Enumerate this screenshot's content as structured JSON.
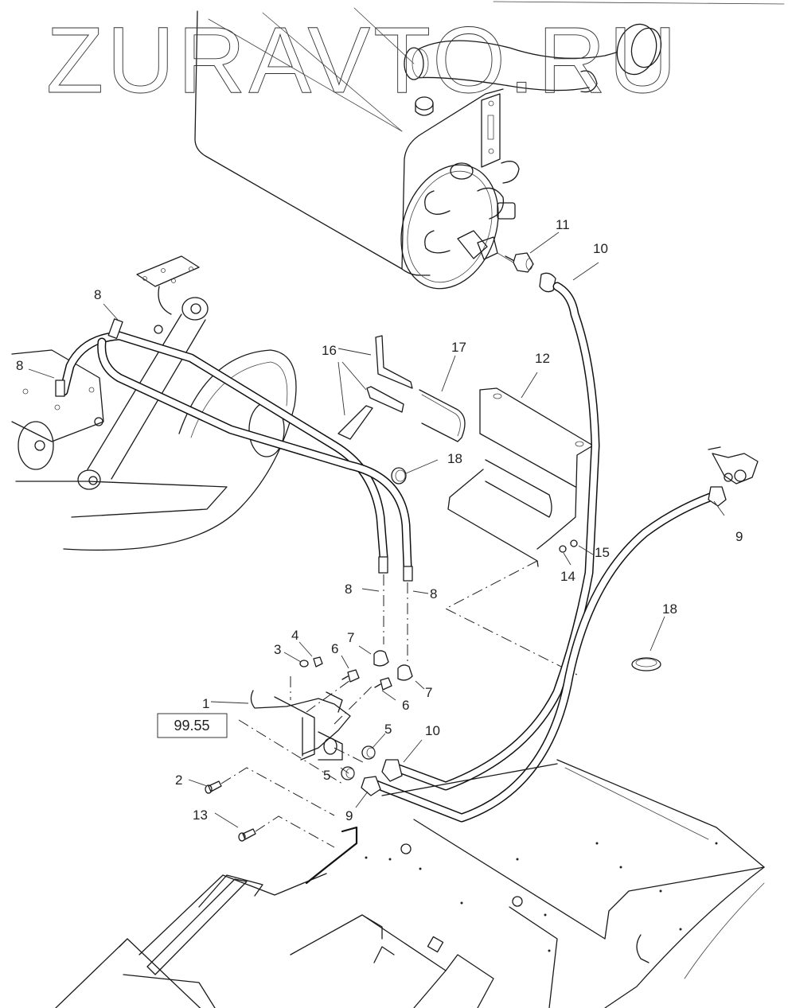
{
  "watermark": {
    "text": "ZURAVTO.RU"
  },
  "reference_box": {
    "label": "99.55"
  },
  "callouts": [
    {
      "id": "1",
      "label": "1"
    },
    {
      "id": "2",
      "label": "2"
    },
    {
      "id": "3",
      "label": "3"
    },
    {
      "id": "4",
      "label": "4"
    },
    {
      "id": "5a",
      "label": "5"
    },
    {
      "id": "5b",
      "label": "5"
    },
    {
      "id": "6a",
      "label": "6"
    },
    {
      "id": "6b",
      "label": "6"
    },
    {
      "id": "7a",
      "label": "7"
    },
    {
      "id": "7b",
      "label": "7"
    },
    {
      "id": "8a",
      "label": "8"
    },
    {
      "id": "8b",
      "label": "8"
    },
    {
      "id": "8c",
      "label": "8"
    },
    {
      "id": "8d",
      "label": "8"
    },
    {
      "id": "9a",
      "label": "9"
    },
    {
      "id": "9b",
      "label": "9"
    },
    {
      "id": "10a",
      "label": "10"
    },
    {
      "id": "10b",
      "label": "10"
    },
    {
      "id": "11",
      "label": "11"
    },
    {
      "id": "12",
      "label": "12"
    },
    {
      "id": "13",
      "label": "13"
    },
    {
      "id": "14",
      "label": "14"
    },
    {
      "id": "15",
      "label": "15"
    },
    {
      "id": "16",
      "label": "16"
    },
    {
      "id": "17",
      "label": "17"
    },
    {
      "id": "18a",
      "label": "18"
    },
    {
      "id": "18b",
      "label": "18"
    }
  ],
  "parts": {
    "tank": "hydraulic-tank",
    "pump": "pump-valve-block",
    "hoses": [
      "hose-8",
      "hose-9",
      "hose-10"
    ],
    "bracket": "bracket-12",
    "valve": "control-valve-1",
    "clips": [
      "clip-16",
      "clip-17",
      "clamp-18"
    ],
    "frame": "machine-frame"
  }
}
